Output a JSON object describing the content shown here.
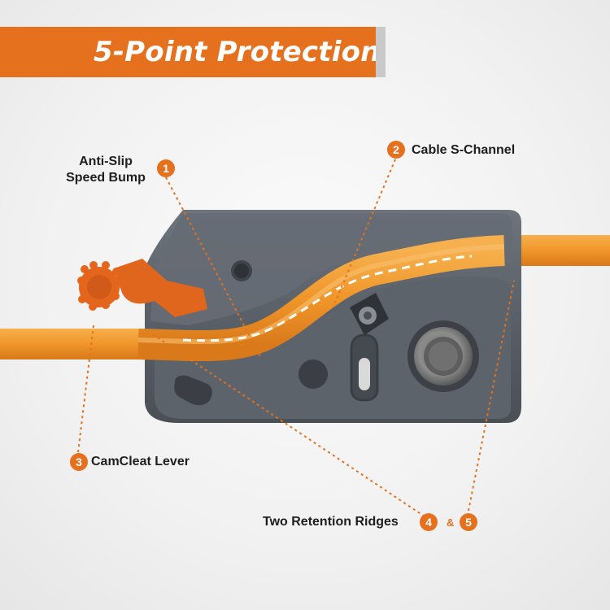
{
  "title": "5-Point Protection",
  "colors": {
    "accent": "#e5711e",
    "device": "#5b6169",
    "background": "#f4f4f4"
  },
  "callouts": [
    {
      "number": "1",
      "label_line1": "Anti-Slip",
      "label_line2": "Speed Bump"
    },
    {
      "number": "2",
      "label": "Cable S-Channel"
    },
    {
      "number": "3",
      "label": "CamCleat Lever"
    },
    {
      "numbers": [
        "4",
        "5"
      ],
      "label": "Two Retention Ridges",
      "joiner": "&"
    }
  ]
}
